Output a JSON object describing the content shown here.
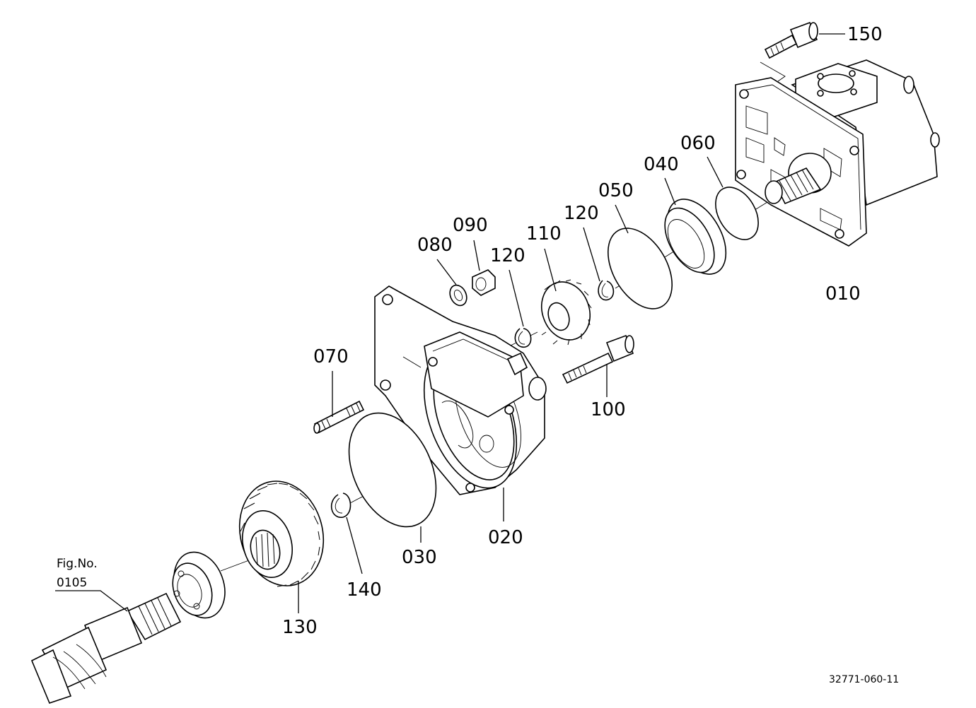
{
  "labels": {
    "p010": "010",
    "p020": "020",
    "p030": "030",
    "p040": "040",
    "p050": "050",
    "p060": "060",
    "p070": "070",
    "p080": "080",
    "p090": "090",
    "p100": "100",
    "p110": "110",
    "p120a": "120",
    "p120b": "120",
    "p130": "130",
    "p140": "140",
    "p150": "150"
  },
  "reference": {
    "fig_label": "Fig.No.",
    "fig_number": "0105"
  },
  "footer": {
    "drawing_code": "32771-060-11"
  }
}
